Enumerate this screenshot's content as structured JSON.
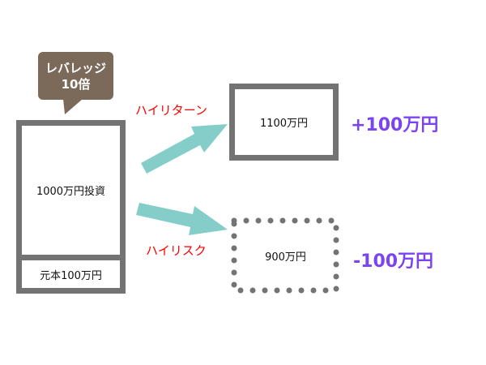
{
  "bubble": {
    "line1": "レバレッジ",
    "line2": "10倍"
  },
  "investment": {
    "total": "1000万円投資",
    "principal": "元本100万円"
  },
  "high_return": {
    "label": "ハイリターン",
    "value": "1100万円",
    "result": "+100万円"
  },
  "high_risk": {
    "label": "ハイリスク",
    "value": "900万円",
    "result": "-100万円"
  },
  "colors": {
    "arrow": "#85cdc8",
    "result": "#7b44f0",
    "label": "#ff0000",
    "box": "#737373",
    "bubble": "#7b6a5a"
  }
}
